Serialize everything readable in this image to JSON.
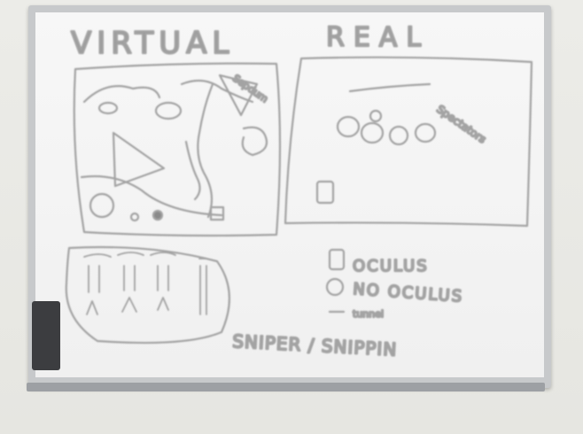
{
  "whiteboard": {
    "heading_left": "VIRTUAL",
    "heading_right": "REAL",
    "legend_items": [
      "OCULUS",
      "NO OCULUS"
    ],
    "legend_extra": "tunnel",
    "scribble_bottom": "SNIPER / SNIPPIN",
    "scribble_top": "Sepdum",
    "scribble_right": "Spectators"
  },
  "colors": {
    "ink": "#9a9a9a",
    "board_surface": "#f5f5f5",
    "frame": "#c7c9cb",
    "eraser": "#3c3d40"
  }
}
